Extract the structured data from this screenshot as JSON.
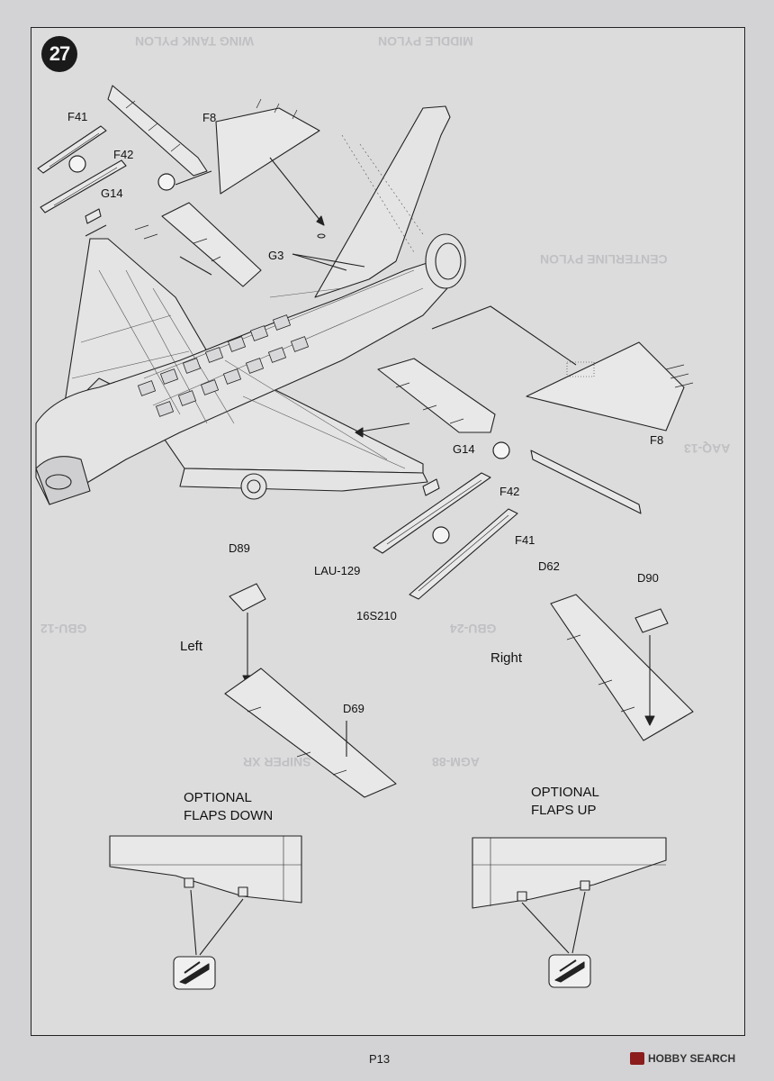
{
  "step": {
    "number": "27"
  },
  "parts": {
    "f41_top": "F41",
    "f42_top": "F42",
    "g14_top": "G14",
    "f8_top": "F8",
    "g3": "G3",
    "f8_right": "F8",
    "g14_right": "G14",
    "f42_right": "F42",
    "f41_right": "F41",
    "lau129": "LAU-129",
    "s16s210": "16S210",
    "d89": "D89",
    "d62": "D62",
    "d90": "D90",
    "d69": "D69"
  },
  "captions": {
    "left": "Left",
    "right": "Right",
    "flaps_down": [
      "OPTIONAL",
      "FLAPS DOWN"
    ],
    "flaps_up": [
      "OPTIONAL",
      "FLAPS UP"
    ]
  },
  "page_number": "P13",
  "watermark": "HOBBY SEARCH",
  "background_text": [
    "MIDDLE PYLON",
    "WING TANK PYLON",
    "CENTERLINE PYLON",
    "AAQ-13",
    "AGM-88",
    "SNIPER XR",
    "GBU-24",
    "GBU-12"
  ]
}
